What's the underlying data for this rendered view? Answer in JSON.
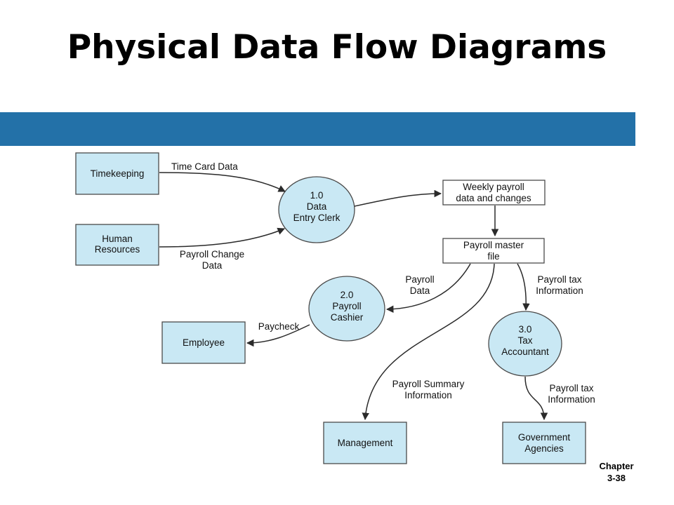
{
  "slide": {
    "title": "Physical Data Flow Diagrams",
    "chapter_label": "Chapter",
    "page_label": "3-38",
    "band_color": "#2371a8"
  },
  "diagram": {
    "external_entities": {
      "timekeeping": [
        "Timekeeping"
      ],
      "human_resources": [
        "Human",
        "Resources"
      ],
      "employee": [
        "Employee"
      ],
      "management": [
        "Management"
      ],
      "government_agencies": [
        "Government",
        "Agencies"
      ]
    },
    "processes": {
      "data_entry_clerk": [
        "1.0",
        "Data",
        "Entry Clerk"
      ],
      "payroll_cashier": [
        "2.0",
        "Payroll",
        "Cashier"
      ],
      "tax_accountant": [
        "3.0",
        "Tax",
        "Accountant"
      ]
    },
    "data_stores": {
      "weekly_payroll": [
        "Weekly payroll",
        "data and changes"
      ],
      "payroll_master": [
        "Payroll master",
        "file"
      ]
    },
    "flows": {
      "time_card_data": [
        "Time Card Data"
      ],
      "payroll_change_data": [
        "Payroll Change",
        "Data"
      ],
      "payroll_data": [
        "Payroll",
        "Data"
      ],
      "payroll_tax_info_1": [
        "Payroll tax",
        "Information"
      ],
      "paycheck": [
        "Paycheck"
      ],
      "payroll_summary": [
        "Payroll Summary",
        "Information"
      ],
      "payroll_tax_info_2": [
        "Payroll tax",
        "Information"
      ]
    },
    "colors": {
      "entity_fill": "#c9e8f4",
      "outline": "#4a4a4a"
    }
  }
}
